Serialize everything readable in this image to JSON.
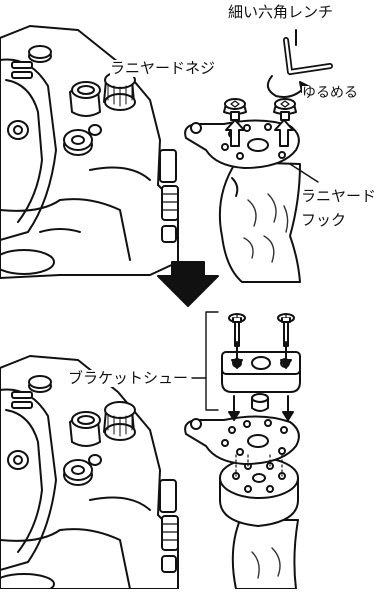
{
  "labels": {
    "hex_wrench": "細い六角レンチ",
    "lanyard_screw": "ラニヤードネジ",
    "loosen": "ゆるめる",
    "lanyard_hook_line1": "ラニヤード",
    "lanyard_hook_line2": "フック",
    "bracket_shoe": "ブラケットシュー"
  },
  "colors": {
    "line": "#111111",
    "fill": "#ffffff",
    "texture": "#333333"
  }
}
